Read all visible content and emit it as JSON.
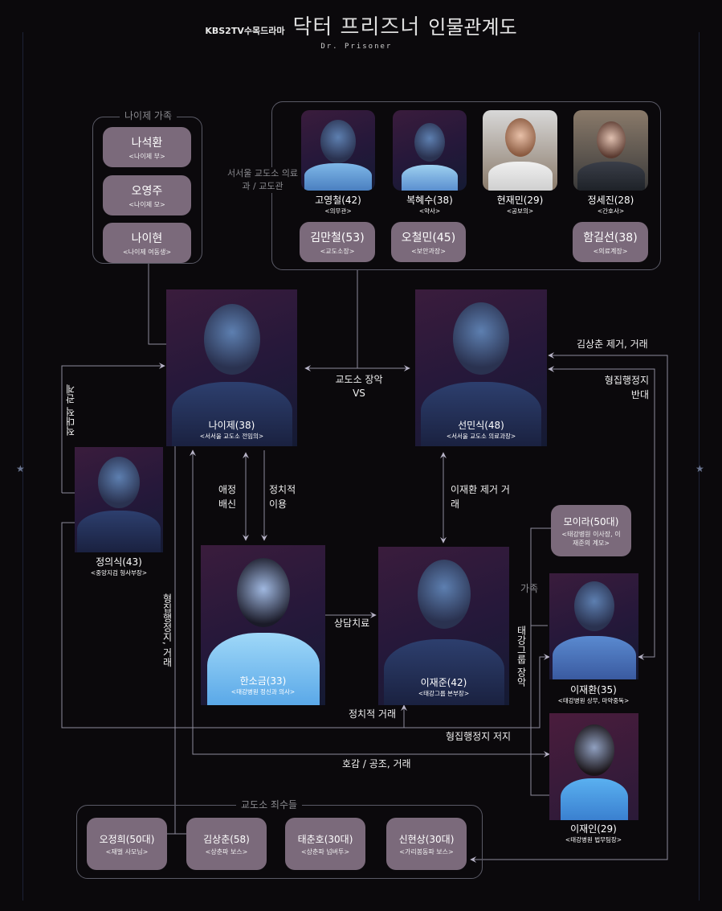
{
  "header": {
    "channel": "KBS2TV수목드라마",
    "title": "닥터 프리즈너",
    "subtitle": "Dr. Prisoner",
    "suffix": "인물관계도"
  },
  "family": {
    "label": "나이제 가족",
    "members": [
      {
        "name": "나석환",
        "role": "<나이제 부>"
      },
      {
        "name": "오영주",
        "role": "<나이제 모>"
      },
      {
        "name": "나이현",
        "role": "<나이제 여동생>"
      }
    ]
  },
  "staff": {
    "label": "서서울 교도소 의료과 / 교도관",
    "photos": [
      {
        "name": "고영철(42)",
        "role": "<의무관>"
      },
      {
        "name": "복혜수(38)",
        "role": "<약사>"
      },
      {
        "name": "현재민(29)",
        "role": "<공보의>"
      },
      {
        "name": "정세진(28)",
        "role": "<간호사>"
      }
    ],
    "cards": [
      {
        "name": "김만철(53)",
        "role": "<교도소장>"
      },
      {
        "name": "오철민(45)",
        "role": "<보안과장>"
      },
      {
        "name": "함길선(38)",
        "role": "<의료계장>"
      }
    ]
  },
  "main": {
    "najaje": {
      "name": "나이제(38)",
      "role": "<서서울 교도소 전임의>"
    },
    "seonminsik": {
      "name": "선민식(48)",
      "role": "<서서울 교도소 의료과장>"
    },
    "jeonguisik": {
      "name": "정의식(43)",
      "role": "<중앙지검 형사부장>"
    },
    "hansogeum": {
      "name": "한소금(33)",
      "role": "<태강병원 정신과 의사>"
    },
    "leejaejun": {
      "name": "이재준(42)",
      "role": "<태강그룹 본부장>"
    },
    "moira": {
      "name": "모이라(50대)",
      "role": "<태강병원 이사장, 이재준의 계모>"
    },
    "leejaehwan": {
      "name": "이재환(35)",
      "role": "<태강병원 상무, 마약중독>"
    },
    "leejaein": {
      "name": "이재인(29)",
      "role": "<태강병원 법무팀장>"
    }
  },
  "relations": {
    "control": "교도소 장악",
    "vs": "VS",
    "hostile": "적대적 관계",
    "love": "애정 배신",
    "political_use": "정치적 이용",
    "remove_jh": "이재환 제거 거래",
    "remove_ksc": "김상춘 제거, 거래",
    "oppose": "형집행정지 반대",
    "therapy": "상담치료",
    "takeover": "태강그룹 장악",
    "family": "가족",
    "exec_deal": "형집행정지, 거래",
    "political_deal": "정치적 거래",
    "block": "형집행정지 저지",
    "favor": "호감 / 공조, 거래"
  },
  "inmates": {
    "label": "교도소 죄수들",
    "members": [
      {
        "name": "오정희(50대)",
        "role": "<재벌 사모님>"
      },
      {
        "name": "김상춘(58)",
        "role": "<상춘파 보스>"
      },
      {
        "name": "태춘호(30대)",
        "role": "<상춘파 넘버투>"
      },
      {
        "name": "신현상(30대)",
        "role": "<가리봉동파 보스>"
      }
    ]
  },
  "colors": {
    "background": "#0b090c",
    "card": "#7b6a7b",
    "line": "#9a98a8"
  }
}
